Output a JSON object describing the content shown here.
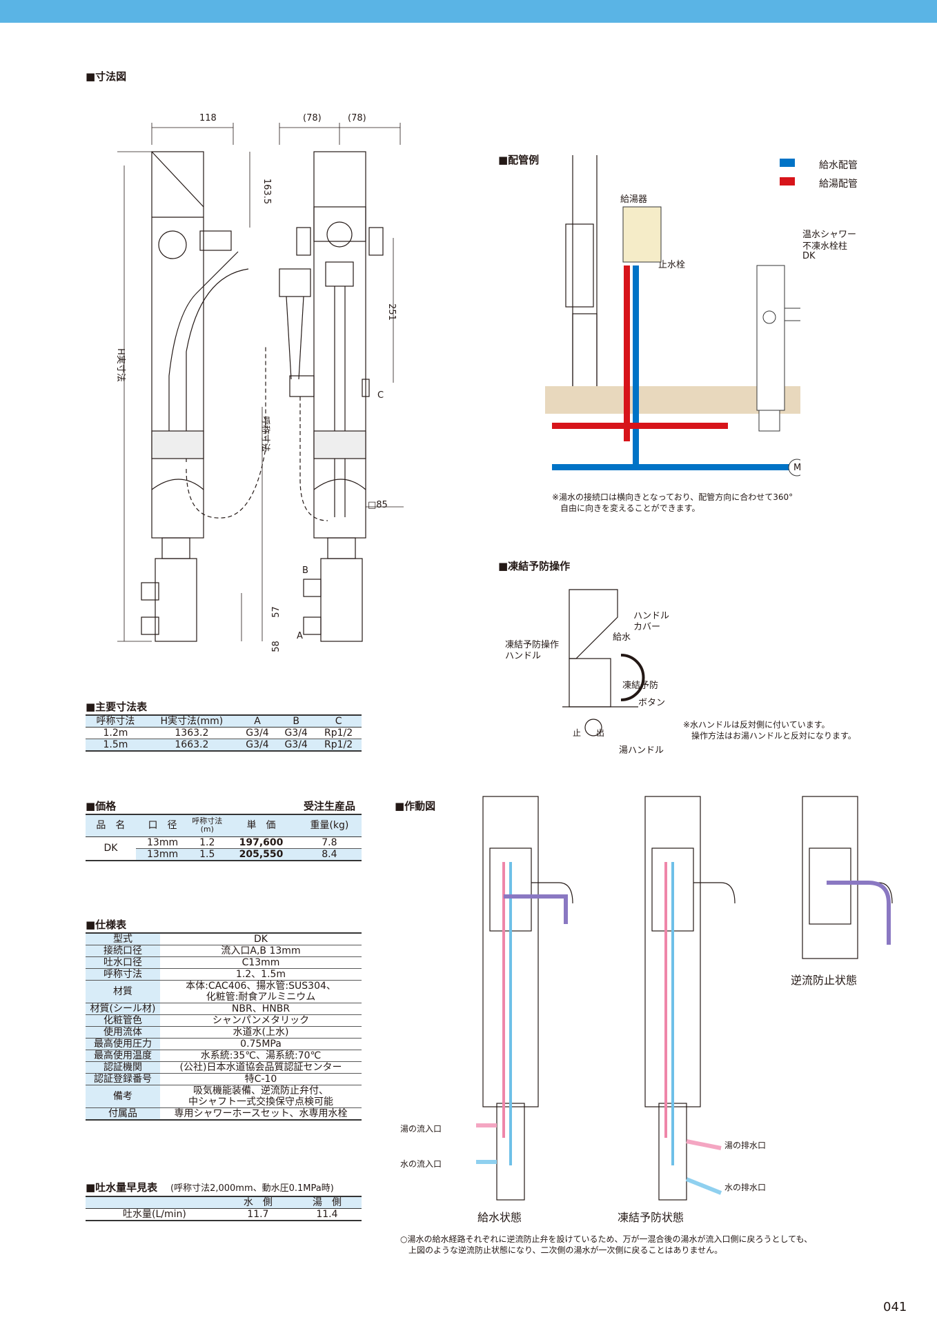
{
  "header": {
    "bar_color": "#5ab4e5"
  },
  "dimensions": {
    "title": "■寸法図",
    "labels": {
      "w118": "118",
      "w78a": "(78)",
      "w78b": "(78)",
      "h163": "163.5",
      "h251": "251",
      "hreal": "H実寸法",
      "nominal": "呼称寸法",
      "c": "C",
      "b": "B",
      "a": "A",
      "d57": "57",
      "d58": "58",
      "sq85": "□85"
    }
  },
  "piping": {
    "title": "■配管例",
    "legend_supply": "給水配管",
    "legend_hot": "給湯配管",
    "water_heater": "給湯器",
    "stop_valve": "止水栓",
    "product_line1": "温水シャワー",
    "product_line2": "不凍水栓柱",
    "product_line3": "DK",
    "meter": "M",
    "note_line1": "※湯水の接続口は横向きとなっており、配管方向に合わせて360°",
    "note_line2": "自由に向きを変えることができます。",
    "supply_color": "#0073c6",
    "hot_color": "#d7141a"
  },
  "freeze": {
    "title": "■凍結予防操作",
    "handle_cover1": "ハンドル",
    "handle_cover2": "カバー",
    "operation1": "凍結予防操作",
    "operation2": "ハンドル",
    "supply": "給水",
    "freeze_prevent": "凍結予防",
    "button": "ボタン",
    "stop": "止",
    "out": "出",
    "hot_handle": "湯ハンドル",
    "note_line1": "※水ハンドルは反対側に付いています。",
    "note_line2": "操作方法はお湯ハンドルと反対になります。"
  },
  "main_dims": {
    "title": "■主要寸法表",
    "headers": [
      "呼称寸法",
      "H実寸法(mm)",
      "A",
      "B",
      "C"
    ],
    "rows": [
      [
        "1.2m",
        "1363.2",
        "G3/4",
        "G3/4",
        "Rp1/2"
      ],
      [
        "1.5m",
        "1663.2",
        "G3/4",
        "G3/4",
        "Rp1/2"
      ]
    ]
  },
  "price": {
    "title": "■価格",
    "made_to_order": "受注生産品",
    "headers": [
      "品　名",
      "口　径",
      "呼称寸法(m)",
      "単　価",
      "重量(kg)"
    ],
    "product": "DK",
    "rows": [
      [
        "13mm",
        "1.2",
        "197,600",
        "7.8"
      ],
      [
        "13mm",
        "1.5",
        "205,550",
        "8.4"
      ]
    ]
  },
  "specs": {
    "title": "■仕様表",
    "rows": [
      [
        "型式",
        "DK"
      ],
      [
        "接続口径",
        "流入口A,B 13mm"
      ],
      [
        "吐水口径",
        "C13mm"
      ],
      [
        "呼称寸法",
        "1.2、1.5m"
      ],
      [
        "材質",
        "本体:CAC406、揚水管:SUS304、\n化粧管:耐食アルミニウム"
      ],
      [
        "材質(シール材)",
        "NBR、HNBR"
      ],
      [
        "化粧管色",
        "シャンパンメタリック"
      ],
      [
        "使用流体",
        "水道水(上水)"
      ],
      [
        "最高使用圧力",
        "0.75MPa"
      ],
      [
        "最高使用温度",
        "水系統:35℃、湯系統:70℃"
      ],
      [
        "認証機関",
        "(公社)日本水道協会品質認証センター"
      ],
      [
        "認証登録番号",
        "特C-10"
      ],
      [
        "備考",
        "吸気機能装備、逆流防止弁付、\n中シャフト一式交換保守点検可能"
      ],
      [
        "付属品",
        "専用シャワーホースセット、水専用水栓"
      ]
    ]
  },
  "flow": {
    "title": "■吐水量早見表",
    "subtitle": "(呼称寸法2,000mm、動水圧0.1MPa時)",
    "headers": [
      "",
      "水　側",
      "湯　側"
    ],
    "row": [
      "吐水量(L/min)",
      "11.7",
      "11.4"
    ]
  },
  "operation": {
    "title": "■作動図",
    "hot_inlet": "湯の流入口",
    "water_inlet": "水の流入口",
    "hot_drain": "湯の排水口",
    "water_drain": "水の排水口",
    "state_supply": "給水状態",
    "state_freeze": "凍結予防状態",
    "state_backflow": "逆流防止状態",
    "note_line1": "○湯水の給水経路それぞれに逆流防止弁を設けているため、万が一混合後の湯水が流入口側に戻ろうとしても、",
    "note_line2": "上図のような逆流防止状態になり、二次側の湯水が一次側に戻ることはありません。"
  },
  "page_number": "041"
}
